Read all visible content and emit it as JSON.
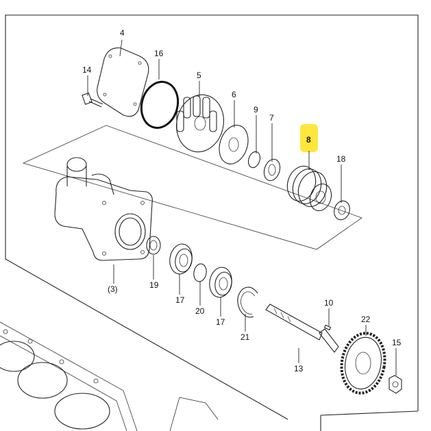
{
  "colors": {
    "highlight": "#ffe63b",
    "line": "#222222",
    "background": "#ffffff"
  },
  "labels": {
    "p4": "4",
    "p16": "16",
    "p14": "14",
    "p5": "5",
    "p6": "6",
    "p9": "9",
    "p7": "7",
    "p8": "8",
    "p18": "18",
    "p3": "(3)",
    "p19": "19",
    "p17a": "17",
    "p20": "20",
    "p17b": "17",
    "p21": "21",
    "p10": "10",
    "p13": "13",
    "p22": "22",
    "p15": "15"
  },
  "highlighted_part": "8"
}
